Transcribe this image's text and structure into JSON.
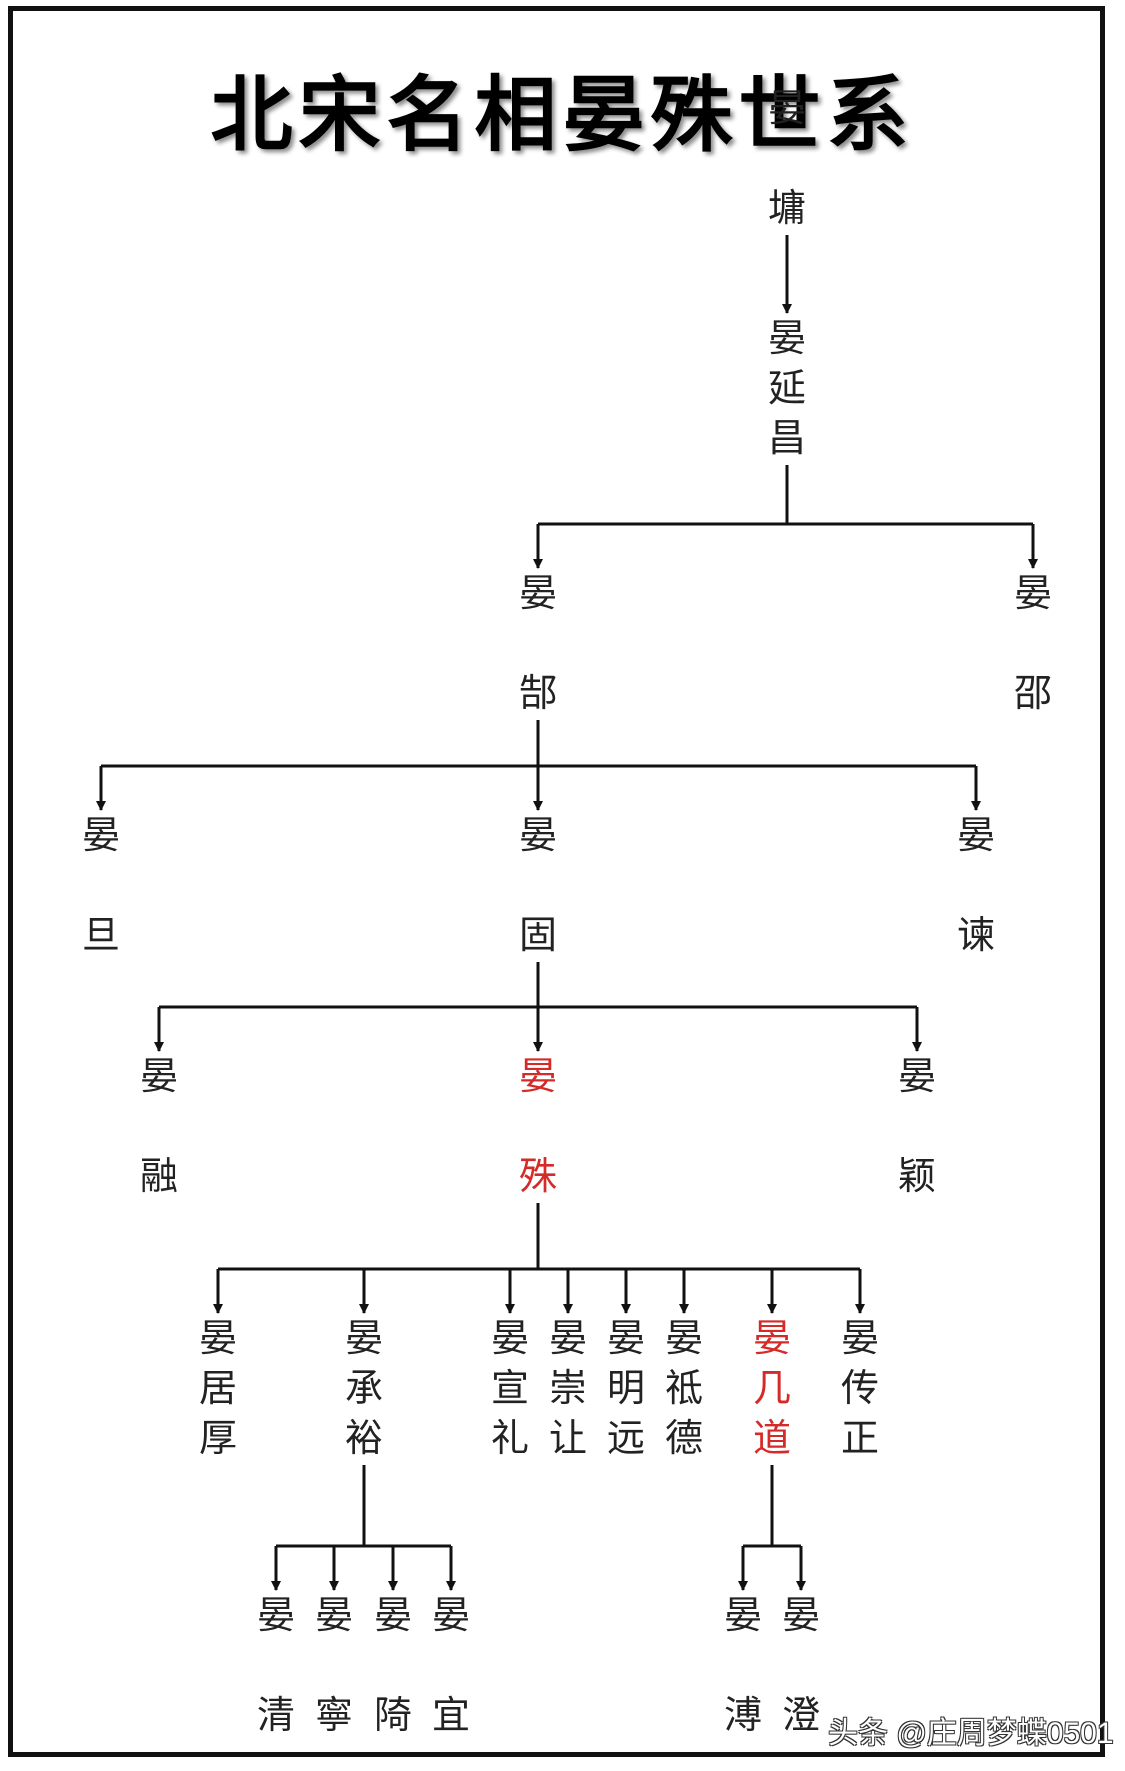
{
  "title": "北宋名相晏殊世系",
  "watermark": "头条 @庄周梦蝶0501",
  "colors": {
    "highlight": "#d42a28",
    "text": "#222222",
    "line": "#111111"
  },
  "nodes": [
    {
      "id": "yanyong",
      "surname": "晏",
      "given": "墉",
      "style": "spaced"
    },
    {
      "id": "yanyanchang",
      "surname": "晏",
      "given": "延昌",
      "style": "tight"
    },
    {
      "id": "yanbu",
      "surname": "晏",
      "given": "郜",
      "style": "spaced"
    },
    {
      "id": "yanshao",
      "surname": "晏",
      "given": "邵",
      "style": "spaced"
    },
    {
      "id": "yandan",
      "surname": "晏",
      "given": "旦",
      "style": "spaced"
    },
    {
      "id": "yangu",
      "surname": "晏",
      "given": "固",
      "style": "spaced"
    },
    {
      "id": "yanjian",
      "surname": "晏",
      "given": "谏",
      "style": "spaced"
    },
    {
      "id": "yanrong",
      "surname": "晏",
      "given": "融",
      "style": "spaced"
    },
    {
      "id": "yanshu",
      "surname": "晏",
      "given": "殊",
      "style": "spaced",
      "highlight": true
    },
    {
      "id": "yanying",
      "surname": "晏",
      "given": "颖",
      "style": "spaced"
    },
    {
      "id": "yanjuhou",
      "surname": "晏",
      "given": "居厚",
      "style": "tight"
    },
    {
      "id": "yanchengyu",
      "surname": "晏",
      "given": "承裕",
      "style": "tight"
    },
    {
      "id": "yanxuanli",
      "surname": "晏",
      "given": "宣礼",
      "style": "tight"
    },
    {
      "id": "yanchongrang",
      "surname": "晏",
      "given": "崇让",
      "style": "tight"
    },
    {
      "id": "yanmingyuan",
      "surname": "晏",
      "given": "明远",
      "style": "tight"
    },
    {
      "id": "yanzhide",
      "surname": "晏",
      "given": "祗德",
      "style": "tight"
    },
    {
      "id": "yanjidao",
      "surname": "晏",
      "given": "几道",
      "style": "tight",
      "highlight": true
    },
    {
      "id": "yanchuanzheng",
      "surname": "晏",
      "given": "传正",
      "style": "tight"
    },
    {
      "id": "yanqing",
      "surname": "晏",
      "given": "清",
      "style": "spaced"
    },
    {
      "id": "yanning",
      "surname": "晏",
      "given": "寧",
      "style": "spaced"
    },
    {
      "id": "yanqi",
      "surname": "晏",
      "given": "陭",
      "style": "spaced"
    },
    {
      "id": "yanyi",
      "surname": "晏",
      "given": "宜",
      "style": "spaced"
    },
    {
      "id": "yanbo",
      "surname": "晏",
      "given": "溥",
      "style": "spaced"
    },
    {
      "id": "yancheng",
      "surname": "晏",
      "given": "澄",
      "style": "spaced"
    }
  ],
  "edges": [
    [
      "yanyong",
      "yanyanchang"
    ],
    [
      "yanyanchang",
      "yanbu"
    ],
    [
      "yanyanchang",
      "yanshao"
    ],
    [
      "yanbu",
      "yandan"
    ],
    [
      "yanbu",
      "yangu"
    ],
    [
      "yanbu",
      "yanjian"
    ],
    [
      "yangu",
      "yanrong"
    ],
    [
      "yangu",
      "yanshu"
    ],
    [
      "yangu",
      "yanying"
    ],
    [
      "yanshu",
      "yanjuhou"
    ],
    [
      "yanshu",
      "yanchengyu"
    ],
    [
      "yanshu",
      "yanxuanli"
    ],
    [
      "yanshu",
      "yanchongrang"
    ],
    [
      "yanshu",
      "yanmingyuan"
    ],
    [
      "yanshu",
      "yanzhide"
    ],
    [
      "yanshu",
      "yanjidao"
    ],
    [
      "yanshu",
      "yanchuanzheng"
    ],
    [
      "yanchengyu",
      "yanqing"
    ],
    [
      "yanchengyu",
      "yanning"
    ],
    [
      "yanchengyu",
      "yanqi"
    ],
    [
      "yanchengyu",
      "yanyi"
    ],
    [
      "yanjidao",
      "yanbo"
    ],
    [
      "yanjidao",
      "yancheng"
    ]
  ]
}
